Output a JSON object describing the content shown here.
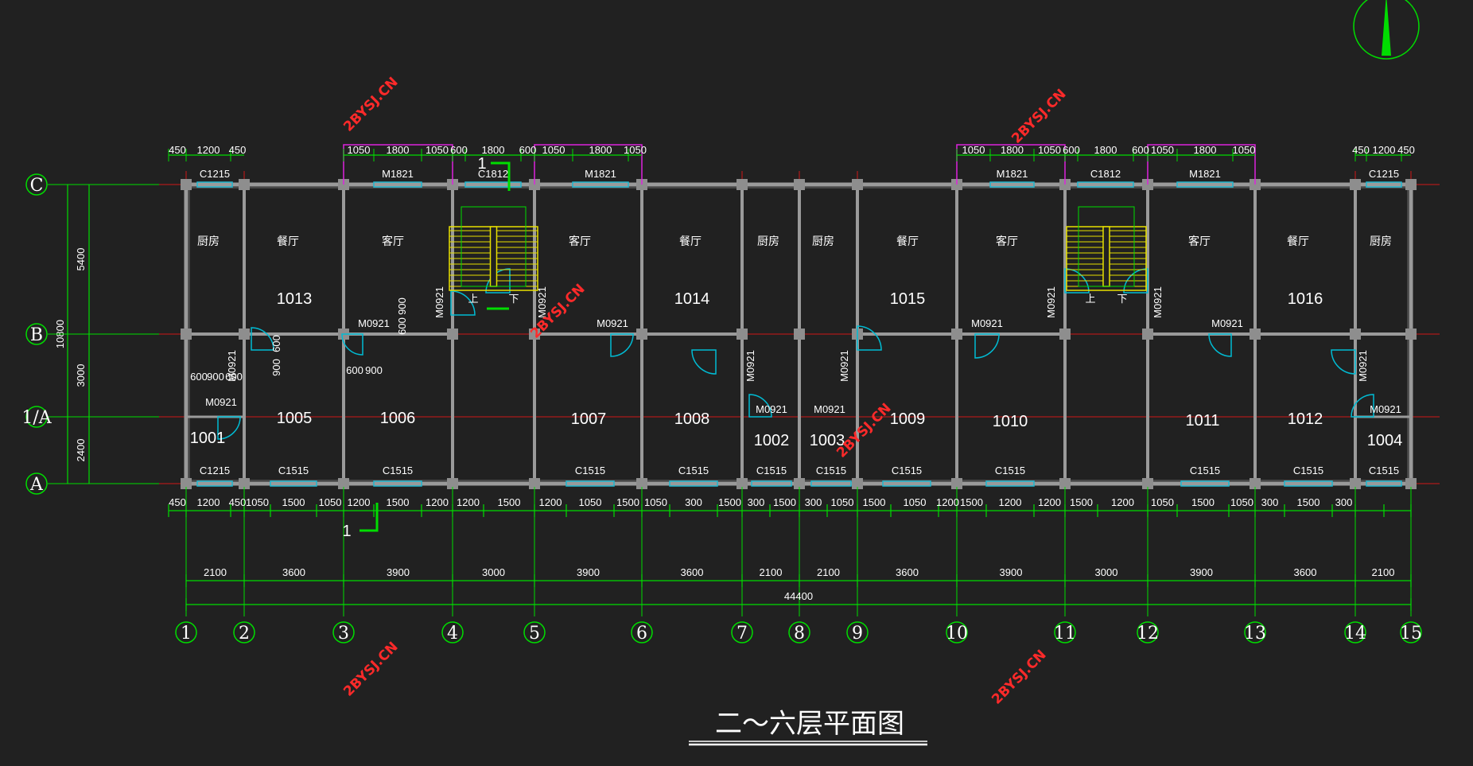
{
  "title": "二～六层平面图",
  "watermark": "2BYSJ.CN",
  "colors": {
    "background": "#212121",
    "axis": "#d01818",
    "dimension": "#00dd00",
    "wall": "#9a9a9a",
    "door": "#00bcd4",
    "window": "#20b8d0",
    "stair": "#e8e000",
    "balcony": "#dd22dd",
    "text": "#ffffff",
    "watermark": "#ff2a2a"
  },
  "axis_labels": {
    "vertical": [
      "1",
      "2",
      "3",
      "4",
      "5",
      "6",
      "7",
      "8",
      "9",
      "10",
      "11",
      "12",
      "13",
      "14",
      "15"
    ],
    "horizontal": [
      "C",
      "B",
      "1/A",
      "A"
    ]
  },
  "dimensions": {
    "bottom_detail": [
      "450",
      "1200",
      "450",
      "1050",
      "1500",
      "1050",
      "1200",
      "1500",
      "1200",
      "1200",
      "1500",
      "1200",
      "1050",
      "1500",
      "1050",
      "300",
      "1500",
      "300",
      "1500",
      "300",
      "1050",
      "1500",
      "1050",
      "1200",
      "1500",
      "1200",
      "1200",
      "1500",
      "1200",
      "1050",
      "1500",
      "1050",
      "300",
      "1500",
      "300"
    ],
    "bottom_axis": [
      "2100",
      "3600",
      "3900",
      "3000",
      "3900",
      "3600",
      "2100",
      "2100",
      "3600",
      "3900",
      "3000",
      "3900",
      "3600",
      "2100"
    ],
    "bottom_total": "44400",
    "top_detail": [
      "450",
      "1200",
      "450",
      "1050",
      "1800",
      "1050",
      "600",
      "1800",
      "600",
      "1050",
      "1800",
      "1050",
      "1050",
      "1800",
      "1050",
      "600",
      "1800",
      "600",
      "1050",
      "1800",
      "1050",
      "450",
      "1200",
      "450"
    ],
    "left": [
      "5400",
      "3000",
      "2400"
    ],
    "left_total": "10800",
    "internal": [
      "600",
      "900",
      "600",
      "900",
      "600",
      "600",
      "900",
      "600",
      "900"
    ]
  },
  "rooms": [
    "1013",
    "1014",
    "1015",
    "1016",
    "1005",
    "1006",
    "1007",
    "1008",
    "1009",
    "1010",
    "1011",
    "1012",
    "1001",
    "1002",
    "1003",
    "1004"
  ],
  "functions": {
    "kitchen": "厨房",
    "dining": "餐厅",
    "living": "客厅"
  },
  "windows": {
    "C1215": "C1215",
    "C1812": "C1812",
    "M1821": "M1821",
    "C1515": "C1515"
  },
  "doors": {
    "M0921": "M0921"
  },
  "stair": {
    "up": "上",
    "down": "下"
  },
  "section_mark": "1"
}
